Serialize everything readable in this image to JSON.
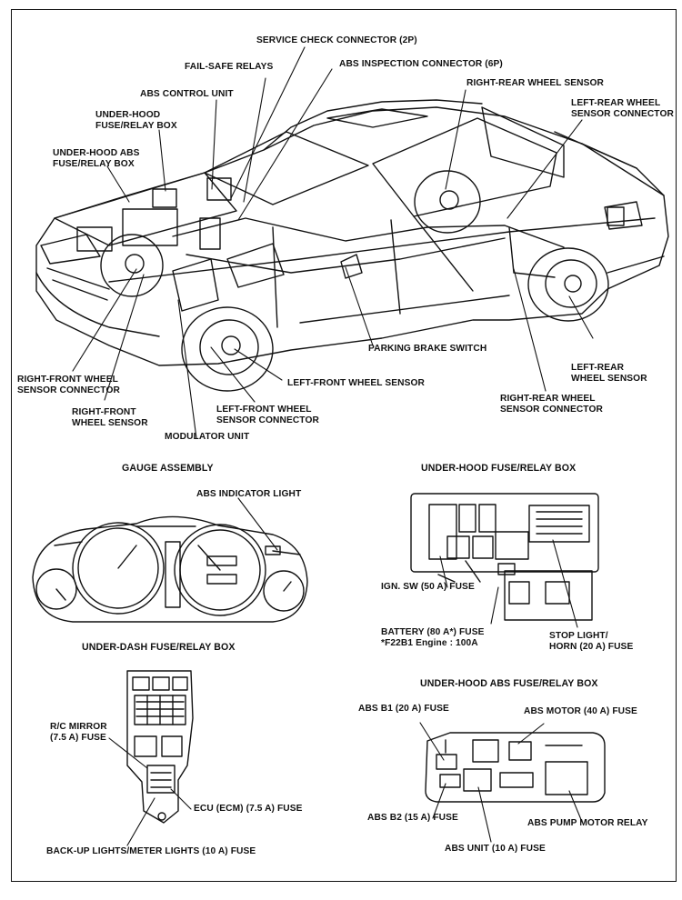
{
  "main_diagram": {
    "labels": {
      "service_check_connector": "SERVICE CHECK CONNECTOR (2P)",
      "fail_safe_relays": "FAIL-SAFE RELAYS",
      "abs_inspection_connector": "ABS INSPECTION CONNECTOR (6P)",
      "abs_control_unit": "ABS CONTROL UNIT",
      "right_rear_wheel_sensor": "RIGHT-REAR WHEEL SENSOR",
      "under_hood_fuse_relay_box": "UNDER-HOOD\nFUSE/RELAY BOX",
      "left_rear_wheel_sensor_connector": "LEFT-REAR WHEEL\nSENSOR CONNECTOR",
      "under_hood_abs_fuse_relay_box": "UNDER-HOOD ABS\nFUSE/RELAY BOX",
      "parking_brake_switch": "PARKING BRAKE SWITCH",
      "left_rear_wheel_sensor": "LEFT-REAR\nWHEEL SENSOR",
      "right_front_wheel_sensor_connector": "RIGHT-FRONT WHEEL\nSENSOR CONNECTOR",
      "left_front_wheel_sensor": "LEFT-FRONT WHEEL SENSOR",
      "right_rear_wheel_sensor_connector": "RIGHT-REAR WHEEL\nSENSOR CONNECTOR",
      "right_front_wheel_sensor": "RIGHT-FRONT\nWHEEL SENSOR",
      "left_front_wheel_sensor_connector": "LEFT-FRONT WHEEL\nSENSOR CONNECTOR",
      "modulator_unit": "MODULATOR UNIT"
    }
  },
  "gauge_assembly": {
    "title": "GAUGE ASSEMBLY",
    "abs_indicator_light": "ABS INDICATOR LIGHT"
  },
  "under_hood_box": {
    "title": "UNDER-HOOD FUSE/RELAY BOX",
    "ign_sw_fuse": "IGN. SW (50 A) FUSE",
    "battery_fuse": "BATTERY (80 A*) FUSE\n*F22B1 Engine : 100A",
    "stop_light_fuse": "STOP LIGHT/\nHORN (20 A) FUSE"
  },
  "under_dash_box": {
    "title": "UNDER-DASH FUSE/RELAY BOX",
    "rc_mirror_fuse": "R/C MIRROR\n(7.5 A) FUSE",
    "ecu_fuse": "ECU (ECM) (7.5 A) FUSE",
    "backup_lights_fuse": "BACK-UP LIGHTS/METER LIGHTS (10 A) FUSE"
  },
  "abs_box": {
    "title": "UNDER-HOOD ABS FUSE/RELAY BOX",
    "abs_b1_fuse": "ABS B1 (20 A) FUSE",
    "abs_motor_fuse": "ABS MOTOR (40 A) FUSE",
    "abs_b2_fuse": "ABS B2 (15 A) FUSE",
    "abs_pump_motor_relay": "ABS PUMP MOTOR RELAY",
    "abs_unit_fuse": "ABS UNIT (10 A) FUSE"
  }
}
